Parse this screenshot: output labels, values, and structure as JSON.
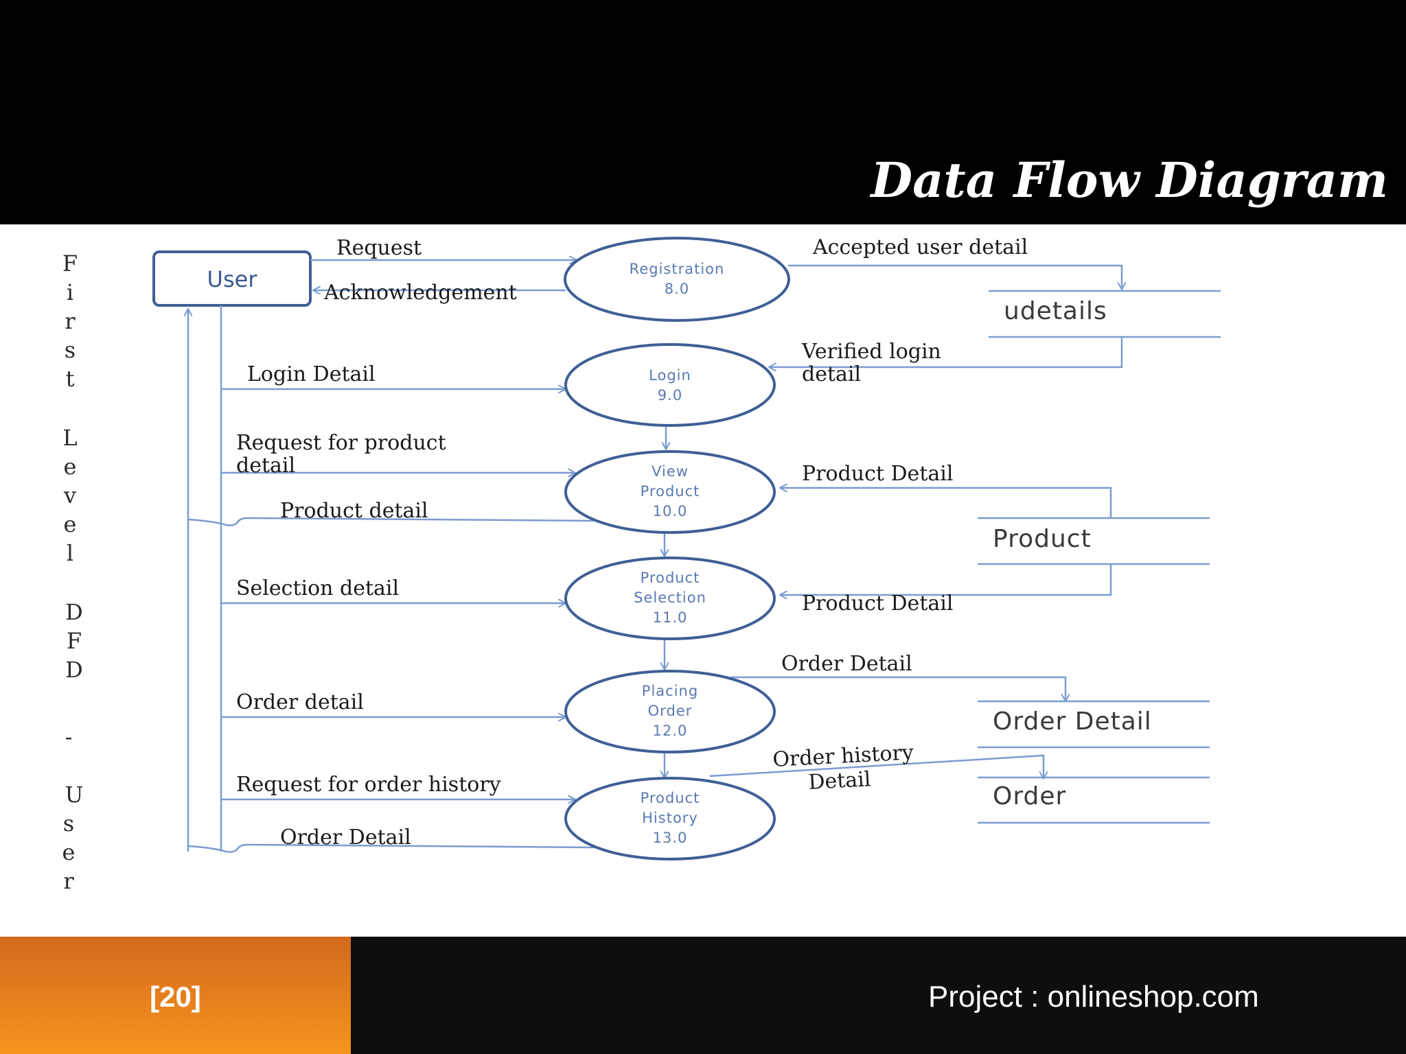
{
  "slide": {
    "title": "Data Flow Diagram",
    "page_number": "[20]",
    "project": "Project : onlineshop.com"
  },
  "diagram": {
    "side_label": [
      "F",
      "i",
      "r",
      "s",
      "t",
      "L",
      "e",
      "v",
      "e",
      "l",
      "D",
      "F",
      "D",
      "-",
      "U",
      "s",
      "e",
      "r"
    ],
    "entity": "User",
    "processes": [
      {
        "name": "Registration",
        "number": "8.0"
      },
      {
        "name": "Login",
        "number": "9.0"
      },
      {
        "name_lines": [
          "View",
          "Product"
        ],
        "number": "10.0"
      },
      {
        "name_lines": [
          "Product",
          "Selection"
        ],
        "number": "11.0"
      },
      {
        "name_lines": [
          "Placing",
          "Order"
        ],
        "number": "12.0"
      },
      {
        "name_lines": [
          "Product",
          "History"
        ],
        "number": "13.0"
      }
    ],
    "stores": [
      "udetails",
      "Product",
      "Order Detail",
      "Order"
    ],
    "flows": {
      "request": "Request",
      "acknowledgement": "Acknowledgement",
      "accepted_user_detail": "Accepted user detail",
      "verified_login_1": "Verified login",
      "verified_login_2": "detail",
      "login_detail": "Login Detail",
      "request_product_1": "Request for product",
      "request_product_2": "detail",
      "product_detail_out": "Product detail",
      "product_detail_in_1": "Product Detail",
      "product_detail_in_2": "Product Detail",
      "selection_detail": "Selection detail",
      "order_detail_store": "Order Detail",
      "order_detail_in": "Order detail",
      "order_history_1": "Order history",
      "order_history_2": "Detail",
      "request_order_history": "Request for order history",
      "order_detail_out": "Order Detail"
    }
  }
}
